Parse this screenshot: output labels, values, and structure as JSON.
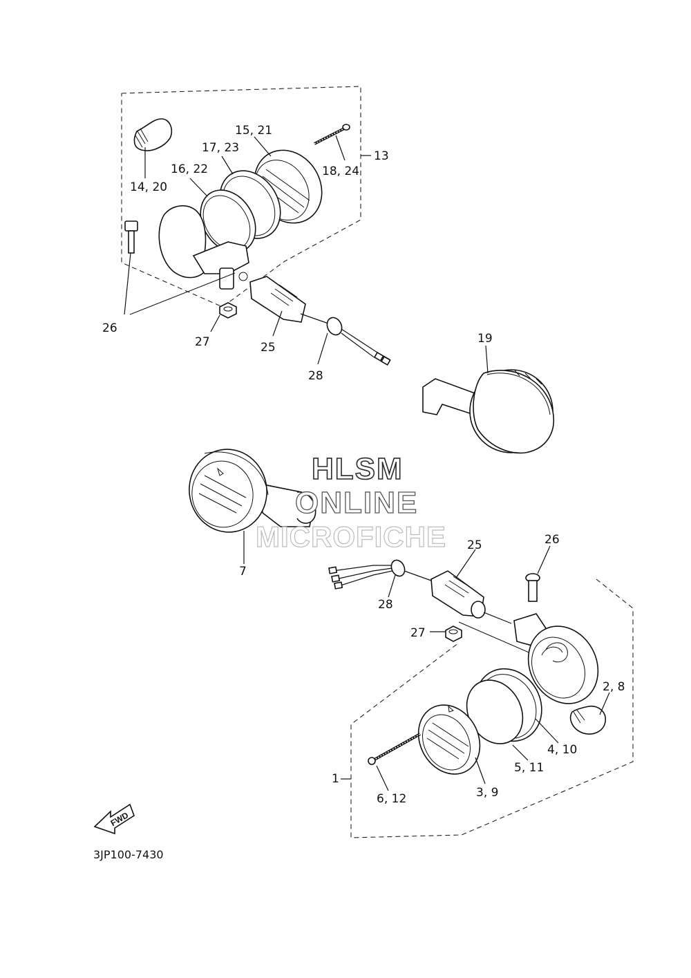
{
  "diagram": {
    "code": "3JP100-7430",
    "fwd_label": "FWD",
    "watermark": [
      "HLSM",
      "ONLINE",
      "MICROFICHE"
    ],
    "callouts": {
      "c13": "13",
      "c14_20": "14, 20",
      "c15_21": "15, 21",
      "c17_23": "17, 23",
      "c16_22": "16, 22",
      "c18_24": "18, 24",
      "c26_top": "26",
      "c27_top": "27",
      "c25_top": "25",
      "c28_top": "28",
      "c19": "19",
      "c7": "7",
      "c25_bot": "25",
      "c26_bot": "26",
      "c28_bot": "28",
      "c27_bot": "27",
      "c2_8": "2, 8",
      "c4_10": "4, 10",
      "c5_11": "5, 11",
      "c1": "1",
      "c6_12": "6, 12",
      "c3_9": "3, 9"
    }
  }
}
